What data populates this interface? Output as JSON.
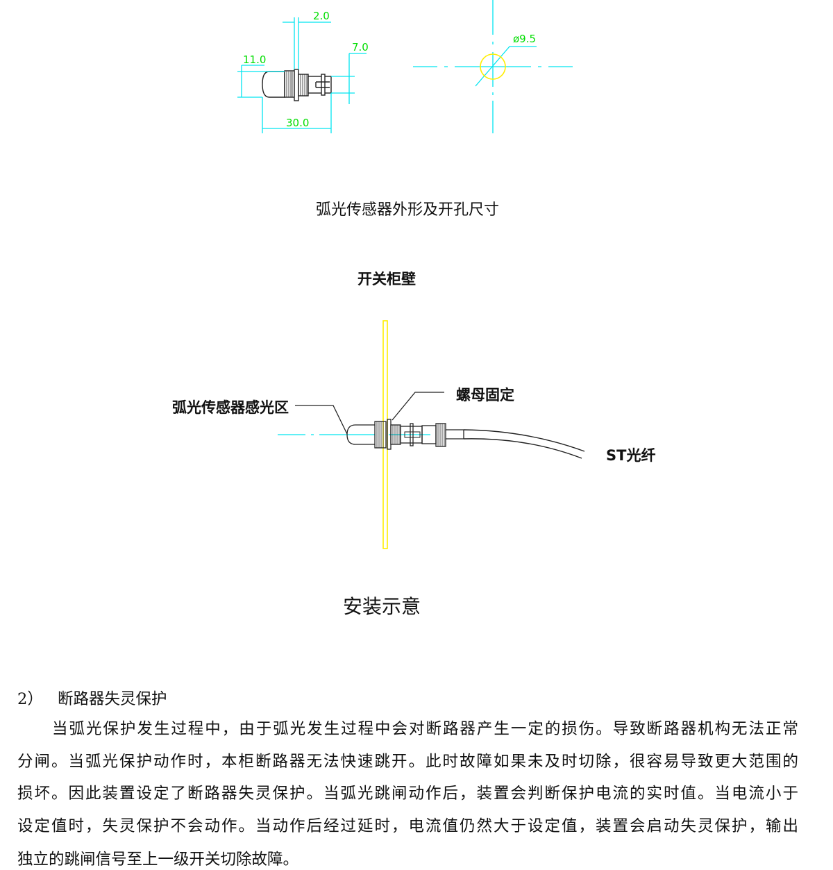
{
  "figure1": {
    "dimensions": {
      "sensor_length": "11.0",
      "nut_width": "2.0",
      "tail_height": "7.0",
      "total_length": "30.0",
      "hole_diameter": "ø9.5"
    },
    "caption": "弧光传感器外形及开孔尺寸"
  },
  "figure2": {
    "wall_label": "开关柜壁",
    "sensor_area_label": "弧光传感器感光区",
    "nut_label": "螺母固定",
    "fiber_label": "ST光纤",
    "caption": "安装示意"
  },
  "section": {
    "heading_number": "2）",
    "heading_title": "断路器失灵保护",
    "lines": [
      "当弧光保护发生过程中，由于弧光发生过程中会对断路器产生一定的损伤。导致断路器机构无法正常",
      "分闸。当弧光保护动作时，本柜断路器无法快速跳开。此时故障如果未及时切除，很容易导致更大范围的",
      "损坏。因此装置设定了断路器失灵保护。当弧光跳闸动作后，装置会判断保护电流的实时值。当电流小于",
      "设定值时，失灵保护不会动作。当动作后经过延时，电流值仍然大于设定值，装置会启动失灵保护，输出",
      "独立的跳闸信号至上一级开关切除故障。"
    ]
  },
  "colors": {
    "dimension": "#00e5f0",
    "dim_text": "#00dd00",
    "wall": "#ffee00"
  }
}
